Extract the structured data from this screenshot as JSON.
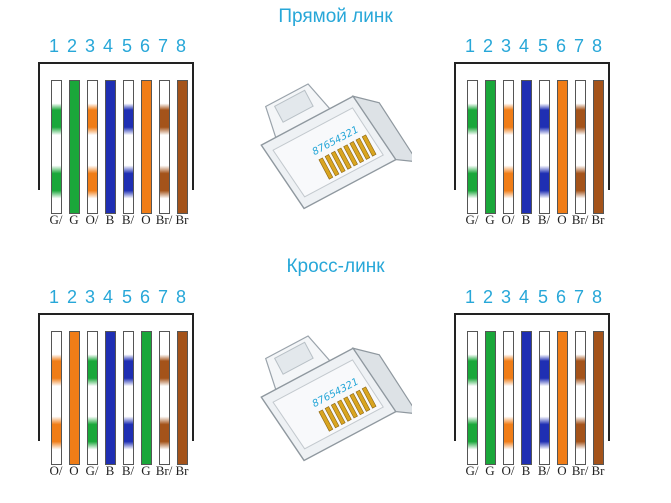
{
  "titles": [
    "Прямой линк",
    "Кросс-линк"
  ],
  "pin_numbers": [
    "1",
    "2",
    "3",
    "4",
    "5",
    "6",
    "7",
    "8"
  ],
  "colors": {
    "title": "#27a7d8",
    "G": "#1aa73a",
    "O": "#f07d17",
    "B": "#1f2fb3",
    "Br": "#a4531a"
  },
  "plug_number_text": "87654321",
  "diagrams": [
    {
      "row": "straight",
      "side": "left",
      "wires": [
        {
          "code": "G/",
          "color": "G",
          "striped": true
        },
        {
          "code": "G",
          "color": "G",
          "striped": false
        },
        {
          "code": "O/",
          "color": "O",
          "striped": true
        },
        {
          "code": "B",
          "color": "B",
          "striped": false
        },
        {
          "code": "B/",
          "color": "B",
          "striped": true
        },
        {
          "code": "O",
          "color": "O",
          "striped": false
        },
        {
          "code": "Br/",
          "color": "Br",
          "striped": true
        },
        {
          "code": "Br",
          "color": "Br",
          "striped": false
        }
      ]
    },
    {
      "row": "straight",
      "side": "right",
      "wires": [
        {
          "code": "G/",
          "color": "G",
          "striped": true
        },
        {
          "code": "G",
          "color": "G",
          "striped": false
        },
        {
          "code": "O/",
          "color": "O",
          "striped": true
        },
        {
          "code": "B",
          "color": "B",
          "striped": false
        },
        {
          "code": "B/",
          "color": "B",
          "striped": true
        },
        {
          "code": "O",
          "color": "O",
          "striped": false
        },
        {
          "code": "Br/",
          "color": "Br",
          "striped": true
        },
        {
          "code": "Br",
          "color": "Br",
          "striped": false
        }
      ]
    },
    {
      "row": "cross",
      "side": "left",
      "wires": [
        {
          "code": "O/",
          "color": "O",
          "striped": true
        },
        {
          "code": "O",
          "color": "O",
          "striped": false
        },
        {
          "code": "G/",
          "color": "G",
          "striped": true
        },
        {
          "code": "B",
          "color": "B",
          "striped": false
        },
        {
          "code": "B/",
          "color": "B",
          "striped": true
        },
        {
          "code": "G",
          "color": "G",
          "striped": false
        },
        {
          "code": "Br/",
          "color": "Br",
          "striped": true
        },
        {
          "code": "Br",
          "color": "Br",
          "striped": false
        }
      ]
    },
    {
      "row": "cross",
      "side": "right",
      "wires": [
        {
          "code": "G/",
          "color": "G",
          "striped": true
        },
        {
          "code": "G",
          "color": "G",
          "striped": false
        },
        {
          "code": "O/",
          "color": "O",
          "striped": true
        },
        {
          "code": "B",
          "color": "B",
          "striped": false
        },
        {
          "code": "B/",
          "color": "B",
          "striped": true
        },
        {
          "code": "O",
          "color": "O",
          "striped": false
        },
        {
          "code": "Br/",
          "color": "Br",
          "striped": true
        },
        {
          "code": "Br",
          "color": "Br",
          "striped": false
        }
      ]
    }
  ]
}
